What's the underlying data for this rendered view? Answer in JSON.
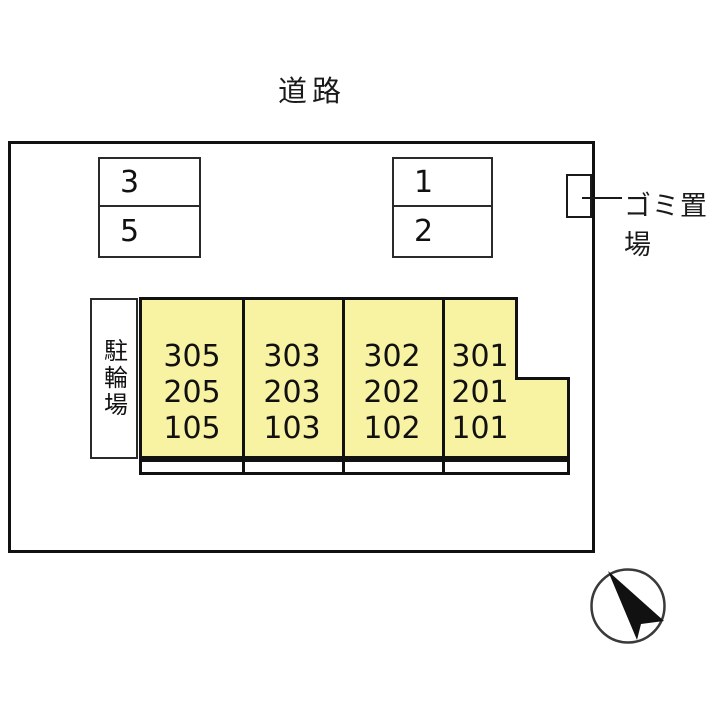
{
  "labels": {
    "road": "道路",
    "garbage": "ゴミ置場",
    "bicycle_parking": "駐輪場"
  },
  "parking": {
    "left_spaces": [
      "3",
      "5"
    ],
    "right_spaces": [
      "1",
      "2"
    ]
  },
  "building": {
    "blocks": [
      {
        "rooms": [
          "305",
          "205",
          "105"
        ]
      },
      {
        "rooms": [
          "303",
          "203",
          "103"
        ]
      },
      {
        "rooms": [
          "302",
          "202",
          "102"
        ]
      },
      {
        "rooms": [
          "301",
          "201",
          "101"
        ]
      }
    ]
  },
  "colors": {
    "building_fill": "#F8F2A3",
    "line": "#111111"
  }
}
